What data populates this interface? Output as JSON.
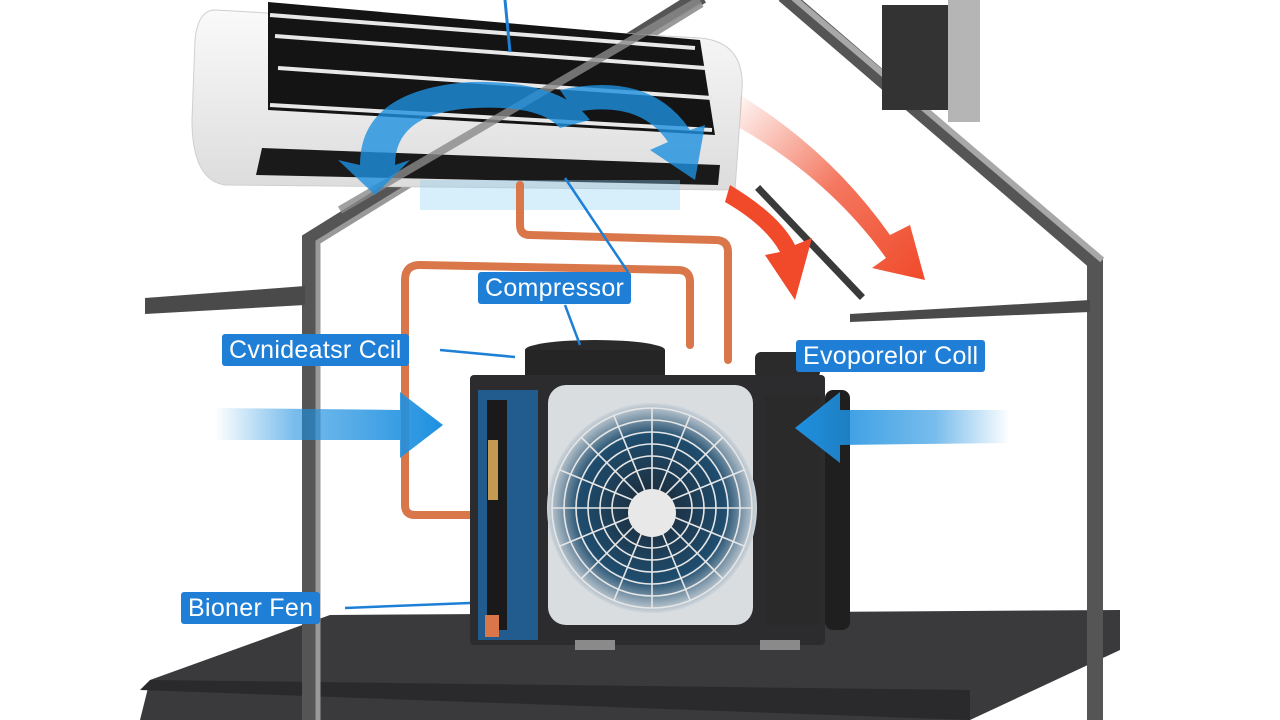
{
  "diagram": {
    "title": "Air conditioner split system illustration",
    "labels": {
      "compressor": "Compressor",
      "condenser_coil": "Cvnideatsr Ccil",
      "evaporator_coil": "Evoporelor Coll",
      "blower_fan": "Bioner Fen"
    },
    "components": {
      "indoor_unit": "wall-mounted indoor air handler",
      "outdoor_unit": "outdoor condenser unit with fan grille",
      "house_frame": "house outline frame",
      "refrigerant_lines": "copper pipes"
    },
    "arrows": {
      "cool_air_in_left": "blue arrow pointing right",
      "cool_air_in_right": "blue arrow pointing left",
      "heat_out": "red arrows pointing down-right",
      "indoor_airflow": "blue curved arrows under indoor unit"
    },
    "colors": {
      "label_bg": "#1f7fd6",
      "label_text": "#ffffff",
      "cool_arrow": "#1e90e0",
      "heat_arrow": "#f04a2a",
      "copper": "#d9774a",
      "frame_dark": "#4a4a4a",
      "frame_light": "#9a9a9a",
      "unit_body": "#2c2c2e",
      "base_plate": "#3a3a3c"
    }
  }
}
